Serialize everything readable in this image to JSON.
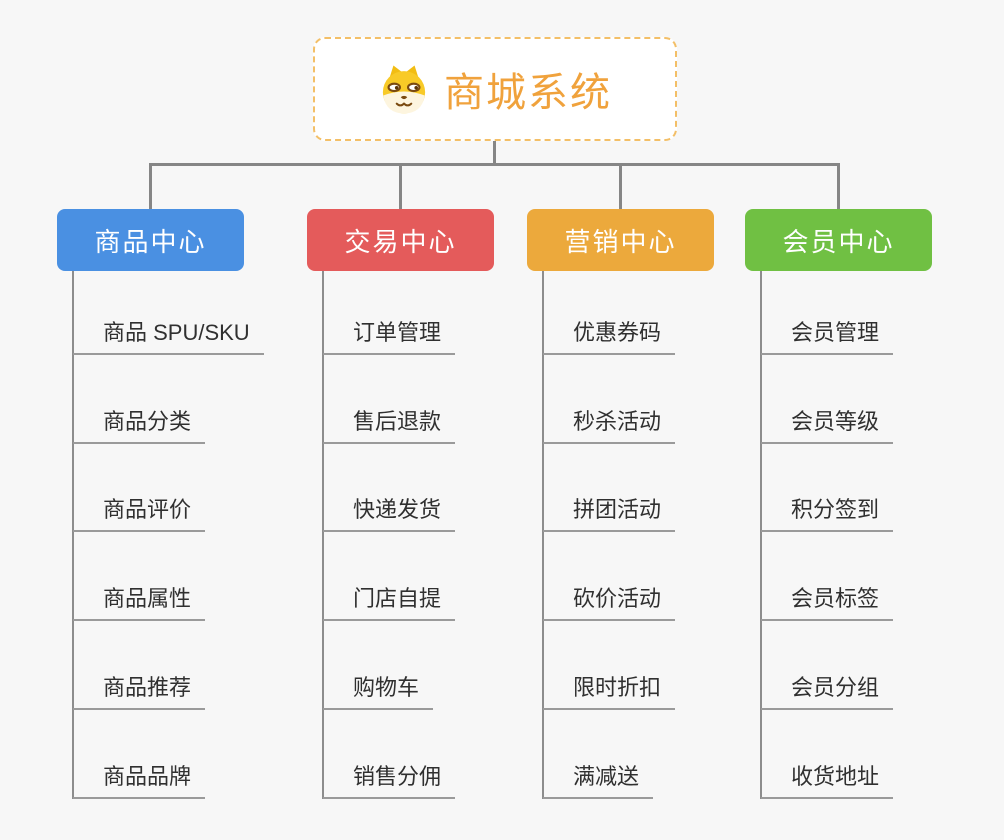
{
  "page": {
    "background_color": "#f7f7f7"
  },
  "root": {
    "title": "商城系统",
    "icon": "dog-face-icon",
    "accent_color": "#f0a23c",
    "border_color": "#f3bf67"
  },
  "branches": [
    {
      "label": "商品中心",
      "color": "#4a90e2",
      "children": [
        "商品 SPU/SKU",
        "商品分类",
        "商品评价",
        "商品属性",
        "商品推荐",
        "商品品牌"
      ]
    },
    {
      "label": "交易中心",
      "color": "#e45b5b",
      "children": [
        "订单管理",
        "售后退款",
        "快递发货",
        "门店自提",
        "购物车",
        "销售分佣"
      ]
    },
    {
      "label": "营销中心",
      "color": "#eca93c",
      "children": [
        "优惠券码",
        "秒杀活动",
        "拼团活动",
        "砍价活动",
        "限时折扣",
        "满减送"
      ]
    },
    {
      "label": "会员中心",
      "color": "#70c043",
      "children": [
        "会员管理",
        "会员等级",
        "积分签到",
        "会员标签",
        "会员分组",
        "收货地址"
      ]
    }
  ]
}
